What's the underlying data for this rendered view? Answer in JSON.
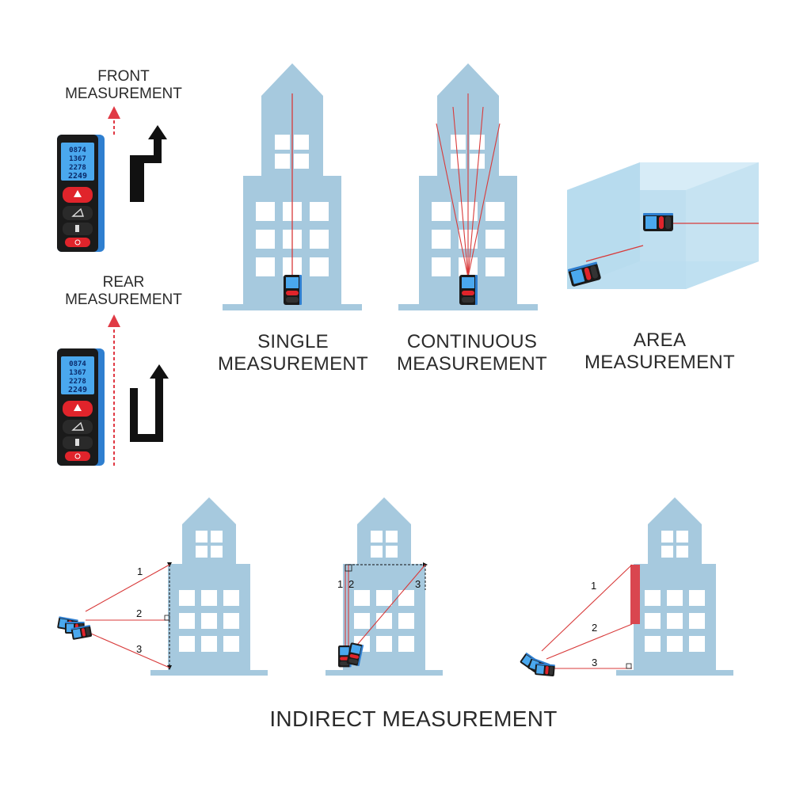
{
  "labels": {
    "front": [
      "FRONT",
      "MEASUREMENT"
    ],
    "rear": [
      "REAR",
      "MEASUREMENT"
    ],
    "single": [
      "SINGLE",
      "MEASUREMENT"
    ],
    "continuous": [
      "CONTINUOUS",
      "MEASUREMENT"
    ],
    "area": [
      "AREA",
      "MEASUREMENT"
    ],
    "indirect": "INDIRECT MEASUREMENT"
  },
  "device_display": [
    "0874",
    "1367",
    "2278",
    "2249"
  ],
  "step_numbers": {
    "pythagoras_a": [
      "1",
      "2",
      "3"
    ],
    "pythagoras_b": [
      "1",
      "2",
      "3"
    ],
    "pythagoras_c": [
      "1",
      "2",
      "3"
    ]
  },
  "colors": {
    "building": "#a6c9de",
    "laser": "#d83a3a",
    "device_body": "#1a1a1a",
    "device_side": "#2f7fd0",
    "lcd": "#4aa8ee",
    "button_red": "#e0242b",
    "box_face": "#c6e3f2"
  }
}
